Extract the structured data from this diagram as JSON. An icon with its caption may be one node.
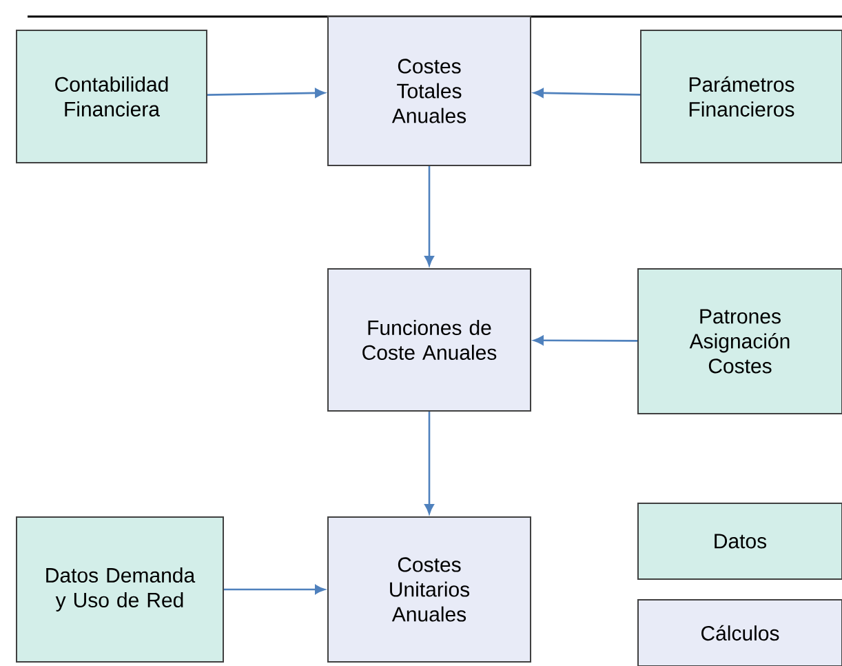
{
  "diagram": {
    "nodes": [
      {
        "text": [
          "Contabilidad Financiera"
        ]
      },
      {
        "text": [
          "Costes Totales Anuales"
        ]
      },
      {
        "text": [
          "Parámetros Financieros"
        ]
      },
      {
        "text": [
          "Funciones de Coste Anuales"
        ]
      },
      {
        "text": [
          "Patrones Asignación Costes"
        ]
      },
      {
        "text": [
          "Datos Demanda y Uso de Red"
        ]
      },
      {
        "text": [
          "Costes Unitarios Anuales"
        ]
      }
    ],
    "edges": [
      {
        "from": 0,
        "to": 1,
        "arrow": "to"
      },
      {
        "from": 2,
        "to": 1,
        "arrow": "to"
      },
      {
        "from": 1,
        "to": 3,
        "arrow": "to"
      },
      {
        "from": 4,
        "to": 3,
        "arrow": "to"
      },
      {
        "from": 3,
        "to": 6,
        "arrow": "to"
      },
      {
        "from": 5,
        "to": 6,
        "arrow": "to"
      }
    ],
    "legend": [
      {
        "text": "Datos",
        "color": "#d3eee9"
      },
      {
        "text": "Cálculos",
        "color": "#e8ebf7"
      }
    ]
  }
}
